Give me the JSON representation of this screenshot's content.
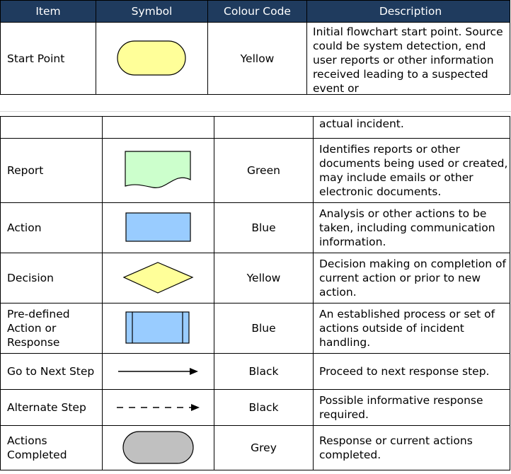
{
  "headers": {
    "item": "Item",
    "symbol": "Symbol",
    "colour": "Colour Code",
    "description": "Description"
  },
  "rows": [
    {
      "item": "Start Point",
      "symbol": "terminator-shape",
      "colour": "Yellow",
      "description": "Initial flowchart start point. Source could be system detection, end user reports or other information received leading to a suspected event or"
    },
    {
      "item": "",
      "symbol": "",
      "colour": "",
      "description": "actual incident."
    },
    {
      "item": "Report",
      "symbol": "document-shape",
      "colour": "Green",
      "description": "Identifies reports or other documents being used or created, may include emails or other electronic documents."
    },
    {
      "item": "Action",
      "symbol": "process-shape",
      "colour": "Blue",
      "description": "Analysis or other actions to be taken, including communication information."
    },
    {
      "item": "Decision",
      "symbol": "decision-shape",
      "colour": "Yellow",
      "description": "Decision making on completion of current action or prior to new action."
    },
    {
      "item": "Pre-defined Action or Response",
      "symbol": "predefined-process-shape",
      "colour": "Blue",
      "description": "An established process or set of actions outside of incident handling."
    },
    {
      "item": "Go to Next Step",
      "symbol": "solid-arrow",
      "colour": "Black",
      "description": "Proceed to next response step."
    },
    {
      "item": "Alternate Step",
      "symbol": "dashed-arrow",
      "colour": "Black",
      "description": "Possible informative response required."
    },
    {
      "item": "Actions Completed",
      "symbol": "terminator-shape",
      "colour": "Grey",
      "description": "Response or current actions completed."
    }
  ],
  "colors": {
    "header_bg": "#1f3b5e",
    "yellow": "#ffff99",
    "green": "#ccffcc",
    "blue": "#99ccff",
    "grey": "#c0c0c0"
  }
}
